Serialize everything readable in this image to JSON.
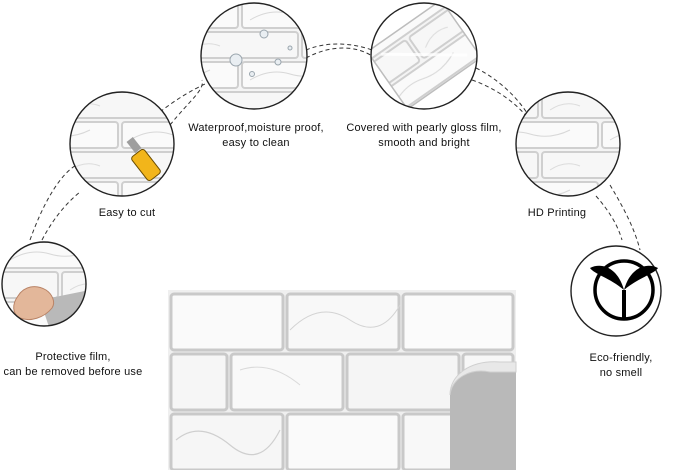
{
  "colors": {
    "circle_border": "#222222",
    "dash": "#333333",
    "marble": "#f4f4f4",
    "grout": "#c9c9c9",
    "knife_yellow": "#f2b51a",
    "peel_backing": "#b9b9b9"
  },
  "features": [
    {
      "id": "protective-film",
      "icon": "peel-hand-icon",
      "lines": [
        "Protective film,",
        "can be removed before use"
      ]
    },
    {
      "id": "easy-to-cut",
      "icon": "utility-knife-icon",
      "lines": [
        "Easy to cut"
      ]
    },
    {
      "id": "waterproof",
      "icon": "water-drops-icon",
      "lines": [
        "Waterproof,moisture proof,",
        "easy to clean"
      ]
    },
    {
      "id": "gloss-film",
      "icon": "gloss-film-icon",
      "lines": [
        "Covered with pearly gloss film,",
        "smooth and bright"
      ]
    },
    {
      "id": "hd-printing",
      "icon": "marble-tile-icon",
      "lines": [
        "HD Printing"
      ]
    },
    {
      "id": "eco-friendly",
      "icon": "sprout-icon",
      "lines": [
        "Eco-friendly,",
        "no smell"
      ]
    }
  ]
}
